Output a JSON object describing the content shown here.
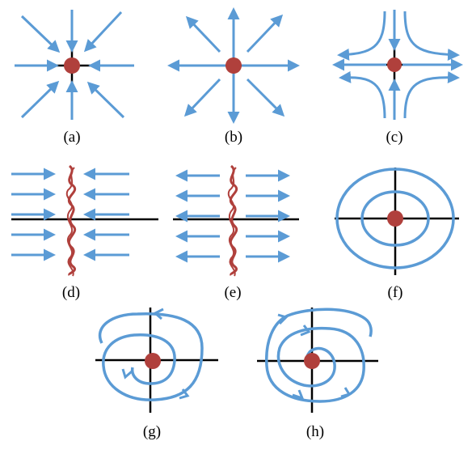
{
  "colors": {
    "flow": "#5b9bd5",
    "axis": "#000000",
    "fixed_point": "#b0403c",
    "line_of_fixed_points": "#b0403c"
  },
  "panels": [
    {
      "id": "a",
      "caption": "(a)",
      "kind": "stable-node"
    },
    {
      "id": "b",
      "caption": "(b)",
      "kind": "unstable-node"
    },
    {
      "id": "c",
      "caption": "(c)",
      "kind": "saddle"
    },
    {
      "id": "d",
      "caption": "(d)",
      "kind": "attracting-line"
    },
    {
      "id": "e",
      "caption": "(e)",
      "kind": "repelling-line"
    },
    {
      "id": "f",
      "caption": "(f)",
      "kind": "center"
    },
    {
      "id": "g",
      "caption": "(g)",
      "kind": "stable-spiral"
    },
    {
      "id": "h",
      "caption": "(h)",
      "kind": "unstable-spiral"
    }
  ]
}
